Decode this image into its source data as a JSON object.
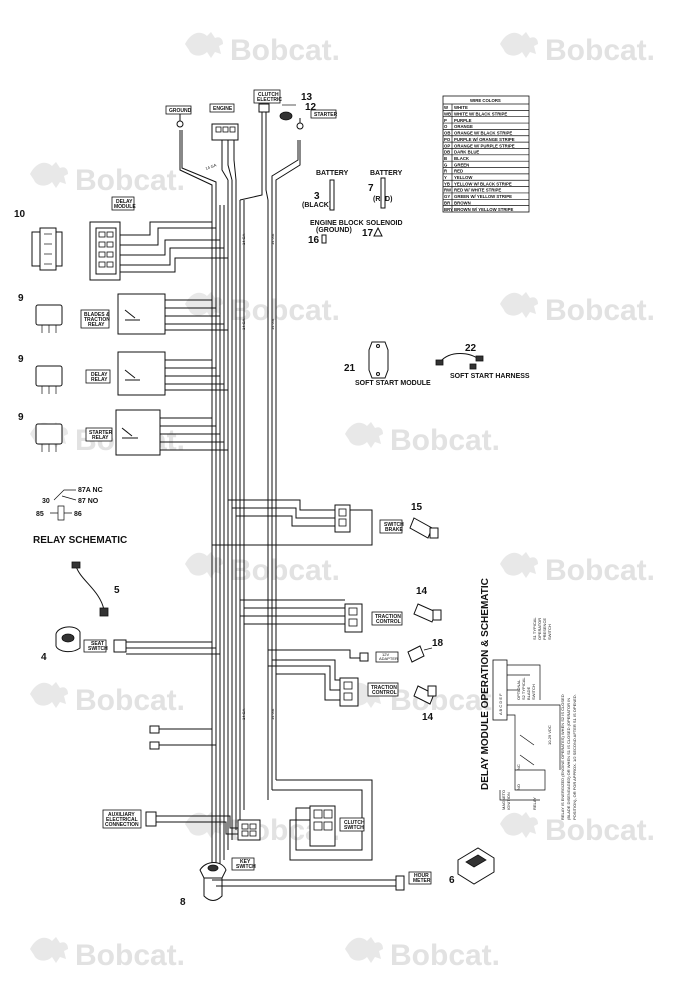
{
  "watermark": {
    "text": "Bobcat."
  },
  "labels": {
    "ground": "GROUND",
    "engine": "ENGINE",
    "clutch_electric": "CLUTCH\nELECTRIC",
    "starter": "STARTER",
    "delay_module": "DELAY\nMODULE",
    "blades_traction_relay": "BLADES &\nTRACTION\nRELAY",
    "delay_relay": "DELAY\nRELAY",
    "starter_relay": "STARTER\nRELAY",
    "switch_brake": "SWITCH\nBRAKE",
    "traction_control_1": "TRACTION\nCONTROL",
    "traction_control_2": "TRACTION\nCONTROL",
    "seat_switch": "SEAT\nSWITCH",
    "auxiliary_electrical_connection": "AUXILIARY\nELECTRICAL\nCONNECTION",
    "clutch_switch": "CLUTCH\nSWITCH",
    "key_switch": "KEY\nSWITCH",
    "hour_meter": "HOUR\nMETER",
    "adapter": "12V\nADAPTER",
    "battery_black": "BATTERY",
    "black": "(BLACK)",
    "battery_red": "BATTERY",
    "red": "(RED)",
    "engine_block_ground": "ENGINE BLOCK\n(GROUND)",
    "solenoid": "SOLENOID",
    "soft_start_module": "SOFT START MODULE",
    "soft_start_harness": "SOFT START HARNESS",
    "relay_schematic": "RELAY SCHEMATIC",
    "pin_87a": "87A  NC",
    "pin_87": "87  NO",
    "pin_30": "30",
    "pin_85": "85",
    "pin_86": "86"
  },
  "callouts": [
    "3",
    "4",
    "5",
    "6",
    "7",
    "8",
    "9",
    "9",
    "9",
    "10",
    "12",
    "13",
    "14",
    "14",
    "15",
    "16",
    "17",
    "18",
    "21",
    "22"
  ],
  "wire_colors": {
    "title": "WIRE COLORS",
    "rows": [
      {
        "code": "W",
        "name": "WHITE"
      },
      {
        "code": "WB",
        "name": "WHITE W/ BLACK STRIPE"
      },
      {
        "code": "P",
        "name": "PURPLE"
      },
      {
        "code": "O",
        "name": "ORANGE"
      },
      {
        "code": "OB",
        "name": "ORANGE W/ BLACK STRIPE"
      },
      {
        "code": "PO",
        "name": "PURPLE W/ ORANGE STRIPE"
      },
      {
        "code": "OP",
        "name": "ORANGE W/ PURPLE STRIPE"
      },
      {
        "code": "DB",
        "name": "DARK BLUE"
      },
      {
        "code": "B",
        "name": "BLACK"
      },
      {
        "code": "G",
        "name": "GREEN"
      },
      {
        "code": "R",
        "name": "RED"
      },
      {
        "code": "Y",
        "name": "YELLOW"
      },
      {
        "code": "YB",
        "name": "YELLOW W/ BLACK STRIPE"
      },
      {
        "code": "RW",
        "name": "RED W/ WHITE STRIPE"
      },
      {
        "code": "GY",
        "name": "GREEN W/ YELLOW STRIPE"
      },
      {
        "code": "BR",
        "name": "BROWN"
      },
      {
        "code": "BRY",
        "name": "BROWN W/ YELLOW STRIPE"
      }
    ]
  },
  "delay_schematic": {
    "title": "DELAY MODULE OPERATION & SCHEMATIC",
    "pins": "A B C D E F",
    "s1": "S1 TYPICAL\nOPERATOR\nPRESENCE\nSWITCH",
    "s2": "OPTIONAL\nS2 TYPICAL\nBLADE\nSWITCH",
    "voltage": "10-29 VDC",
    "magneto": "MAGNETO\nIGNITION",
    "relay": "RELAY",
    "nc": "NC",
    "no": "NO",
    "note": "RELAY IS ENERGIZED (ENGINE OPERATES) WHEN S2 IS CLOSED\n(BLADE DISENGAGED) OR WHEN S1 IS CLOSED (OPERATOR IN\nPOSITION), OR FOR APPROX. 1/2 SECOND AFTER S1 IS OPENED."
  },
  "gauge": "14 GA"
}
